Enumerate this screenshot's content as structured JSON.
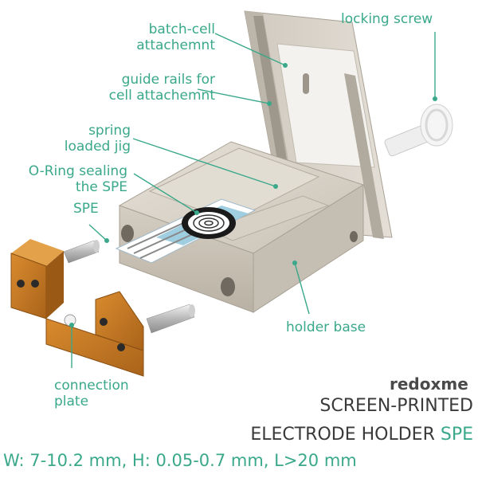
{
  "labels": {
    "batch_cell": [
      "batch-cell",
      "attachemnt"
    ],
    "guide_rails": [
      "guide rails for",
      "cell attachemnt"
    ],
    "spring_jig": [
      "spring",
      "loaded jig"
    ],
    "oring": [
      "O-Ring sealing",
      "the SPE"
    ],
    "spe": "SPE",
    "locking_screw": "locking screw",
    "holder_base": "holder base",
    "connection_plate": [
      "connection",
      "plate"
    ]
  },
  "brand": {
    "prefix": "redox",
    "suffix": "me"
  },
  "title": {
    "line1": "SCREEN-PRINTED",
    "line2_main": "ELECTRODE HOLDER ",
    "line2_accent": "SPE"
  },
  "specs": "W: 7-10.2 mm, H: 0.05-0.7 mm, L>20 mm",
  "colors": {
    "accent": "#3aa88a",
    "body": "#d8d2c8",
    "copper": "#c47a22",
    "dark_text": "#3a3a3a"
  }
}
